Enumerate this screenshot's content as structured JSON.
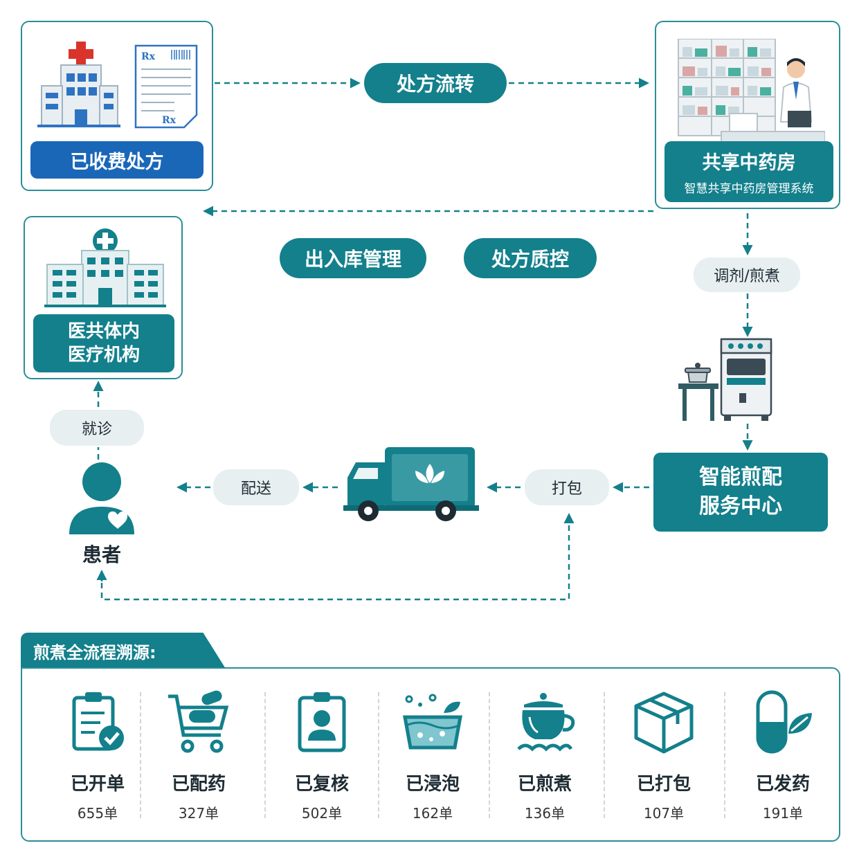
{
  "nodes": {
    "charged_prescription": "已收费处方",
    "pharmacy_title": "共享中药房",
    "pharmacy_subtitle": "智慧共享中药房管理系统",
    "institution_line1": "医共体内",
    "institution_line2": "医疗机构",
    "decoction_line1": "智能煎配",
    "decoction_line2": "服务中心",
    "patient": "患者"
  },
  "pills": {
    "flow": "处方流转",
    "inventory": "出入库管理",
    "quality": "处方质控"
  },
  "edge_labels": {
    "dispense_decoct": "调剂/煎煮",
    "visit": "就诊",
    "delivery": "配送",
    "package": "打包"
  },
  "trace": {
    "title": "煎煮全流程溯源:",
    "steps": [
      {
        "label": "已开单",
        "count": "655单",
        "icon": "clipboard-check-icon"
      },
      {
        "label": "已配药",
        "count": "327单",
        "icon": "cart-pills-icon"
      },
      {
        "label": "已复核",
        "count": "502单",
        "icon": "badge-person-icon"
      },
      {
        "label": "已浸泡",
        "count": "162单",
        "icon": "soaking-basin-icon"
      },
      {
        "label": "已煎煮",
        "count": "136单",
        "icon": "decoction-pot-icon"
      },
      {
        "label": "已打包",
        "count": "107单",
        "icon": "package-box-icon"
      },
      {
        "label": "已发药",
        "count": "191单",
        "icon": "capsule-leaf-icon"
      }
    ]
  },
  "colors": {
    "teal": "#13808c",
    "border": "#2a8d98",
    "blue": "#1a67b8",
    "pill_light": "#e7eff1"
  }
}
